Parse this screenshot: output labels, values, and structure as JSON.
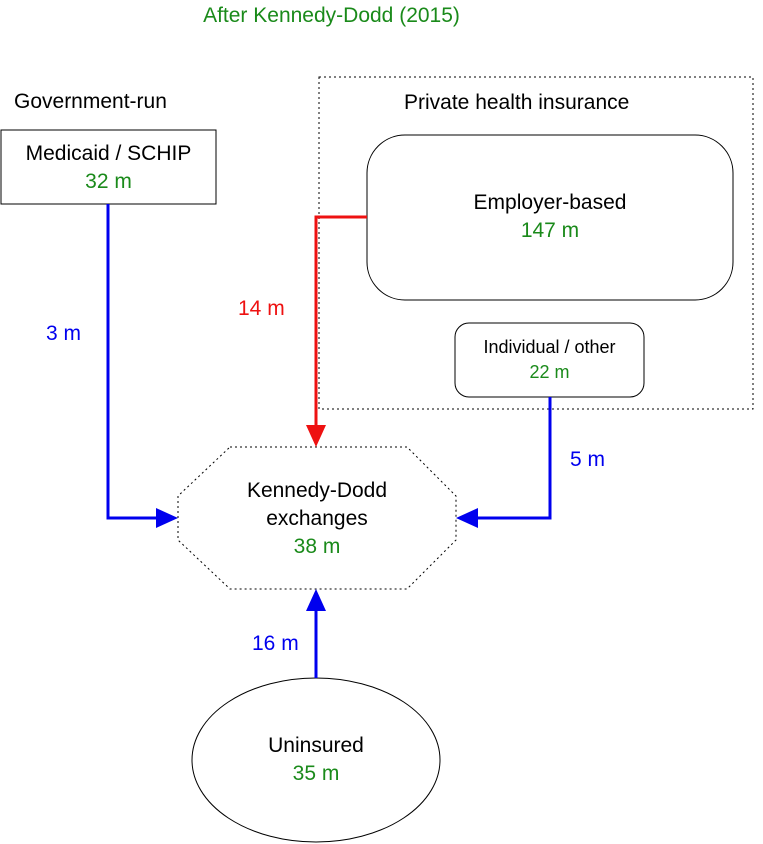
{
  "title": "After Kennedy-Dodd (2015)",
  "groups": {
    "government": "Government-run",
    "private": "Private health insurance"
  },
  "nodes": {
    "medicaid": {
      "label": "Medicaid / SCHIP",
      "value": "32 m"
    },
    "employer": {
      "label": "Employer-based",
      "value": "147 m"
    },
    "individual": {
      "label": "Individual / other",
      "value": "22 m"
    },
    "exchanges": {
      "label_line1": "Kennedy-Dodd",
      "label_line2": "exchanges",
      "value": "38 m"
    },
    "uninsured": {
      "label": "Uninsured",
      "value": "35 m"
    }
  },
  "flows": {
    "medicaid_to_exchanges": "3 m",
    "employer_to_exchanges": "14 m",
    "individual_to_exchanges": "5 m",
    "uninsured_to_exchanges": "16 m"
  },
  "colors": {
    "title": "#1a8a1a",
    "value": "#1a8a1a",
    "flow_blue": "#0000ee",
    "flow_red": "#ee1111",
    "stroke": "#000000"
  }
}
